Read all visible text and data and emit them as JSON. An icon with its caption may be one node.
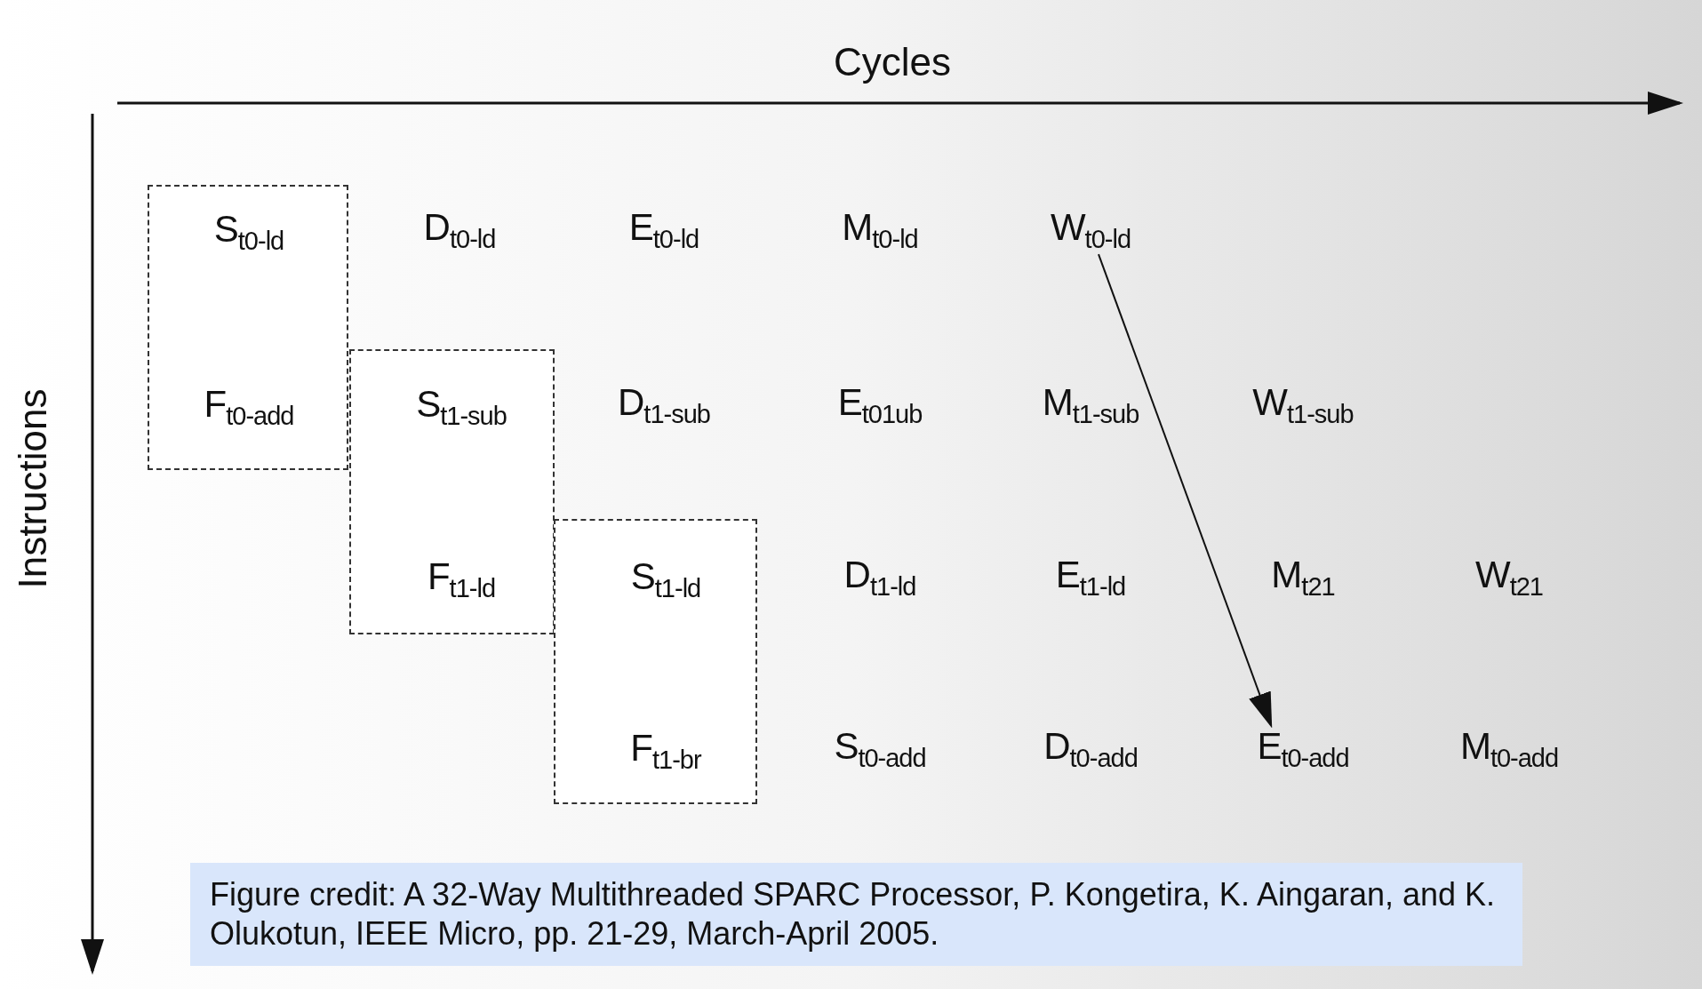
{
  "diagram": {
    "caption": "Figure credit: A 32-Way Multithreaded SPARC Processor, P. Kongetira, K. Aingaran, and K. Olukotun, IEEE Micro, pp. 21-29, March-April 2005.",
    "nodes": [
      {
        "text": [
          "S$_{t0-ld}$",
          "F$_{t0-add}$"
        ]
      },
      {
        "text": [
          "W$_{t0-ld}$"
        ]
      },
      {
        "text": [
          "S$_{t1-sub}$",
          "F$_{t1-ld}$"
        ]
      },
      {
        "text": [
          "S$_{t1-ld}$",
          "F$_{t1-br}$"
        ]
      },
      {
        "text": [
          "E$_{t0-add}$"
        ]
      }
    ],
    "edges": [
      {
        "from": 1,
        "to": 4,
        "arrow": "to"
      }
    ],
    "labels": [
      "Cycles",
      "Instructions",
      "D$_{t0-ld}$",
      "E$_{t0-ld}$",
      "M$_{t0-ld}$",
      "D$_{t1-sub}$",
      "E$_{t01ub}$",
      "M$_{t1-sub}$",
      "W$_{t1-sub}$",
      "D$_{t1-ld}$",
      "E$_{t1-ld}$",
      "M$_{t21}$",
      "W$_{t21}$",
      "S$_{t0-add}$",
      "D$_{t0-add}$",
      "M$_{t0-add}$"
    ]
  }
}
